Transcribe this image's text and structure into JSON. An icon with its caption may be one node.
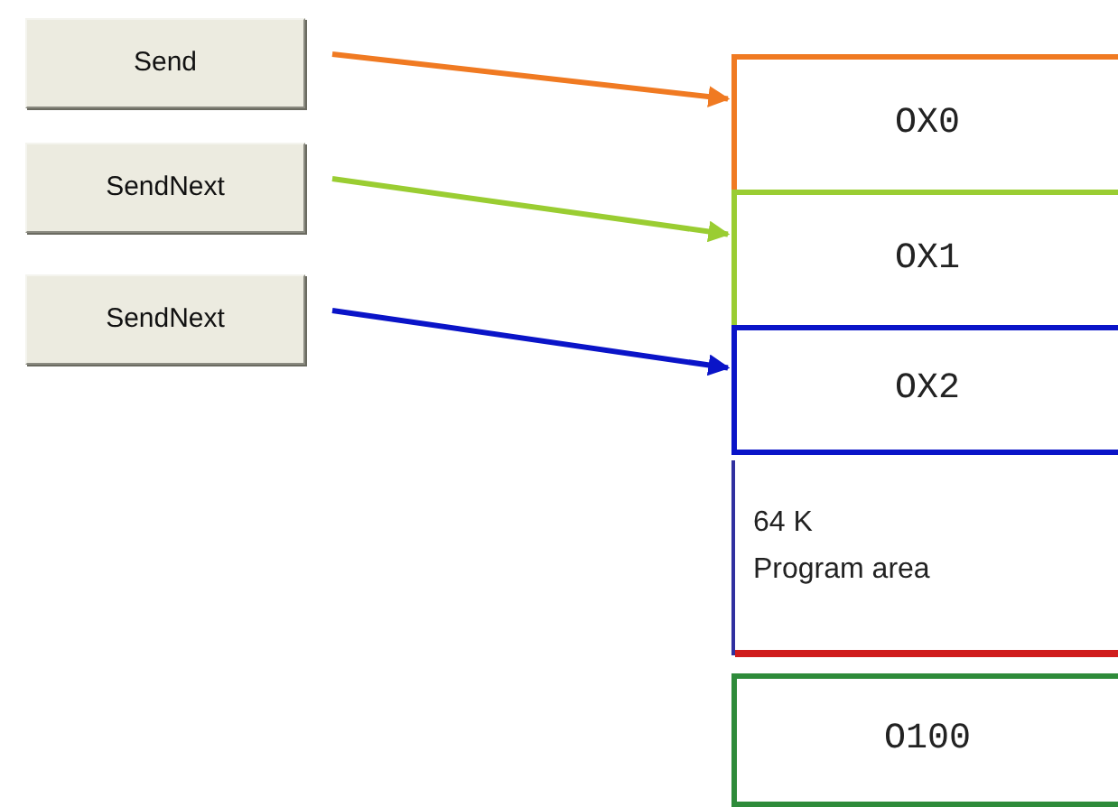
{
  "diagram": {
    "nodes": [
      {
        "text": [
          "Send"
        ]
      },
      {
        "text": [
          "SendNext"
        ]
      },
      {
        "text": [
          "SendNext"
        ]
      },
      {
        "text": [
          "OX0"
        ]
      },
      {
        "text": [
          "OX1"
        ]
      },
      {
        "text": [
          "OX2"
        ]
      },
      {
        "text": [
          "64 K",
          "Program area"
        ]
      },
      {
        "text": [
          "O100"
        ]
      }
    ],
    "edges": [
      {
        "from": 0,
        "to": 3,
        "arrow": "to",
        "color": "#f07a22"
      },
      {
        "from": 1,
        "to": 4,
        "arrow": "to",
        "color": "#9acd32"
      },
      {
        "from": 2,
        "to": 5,
        "arrow": "to",
        "color": "#0a14c8"
      }
    ]
  }
}
